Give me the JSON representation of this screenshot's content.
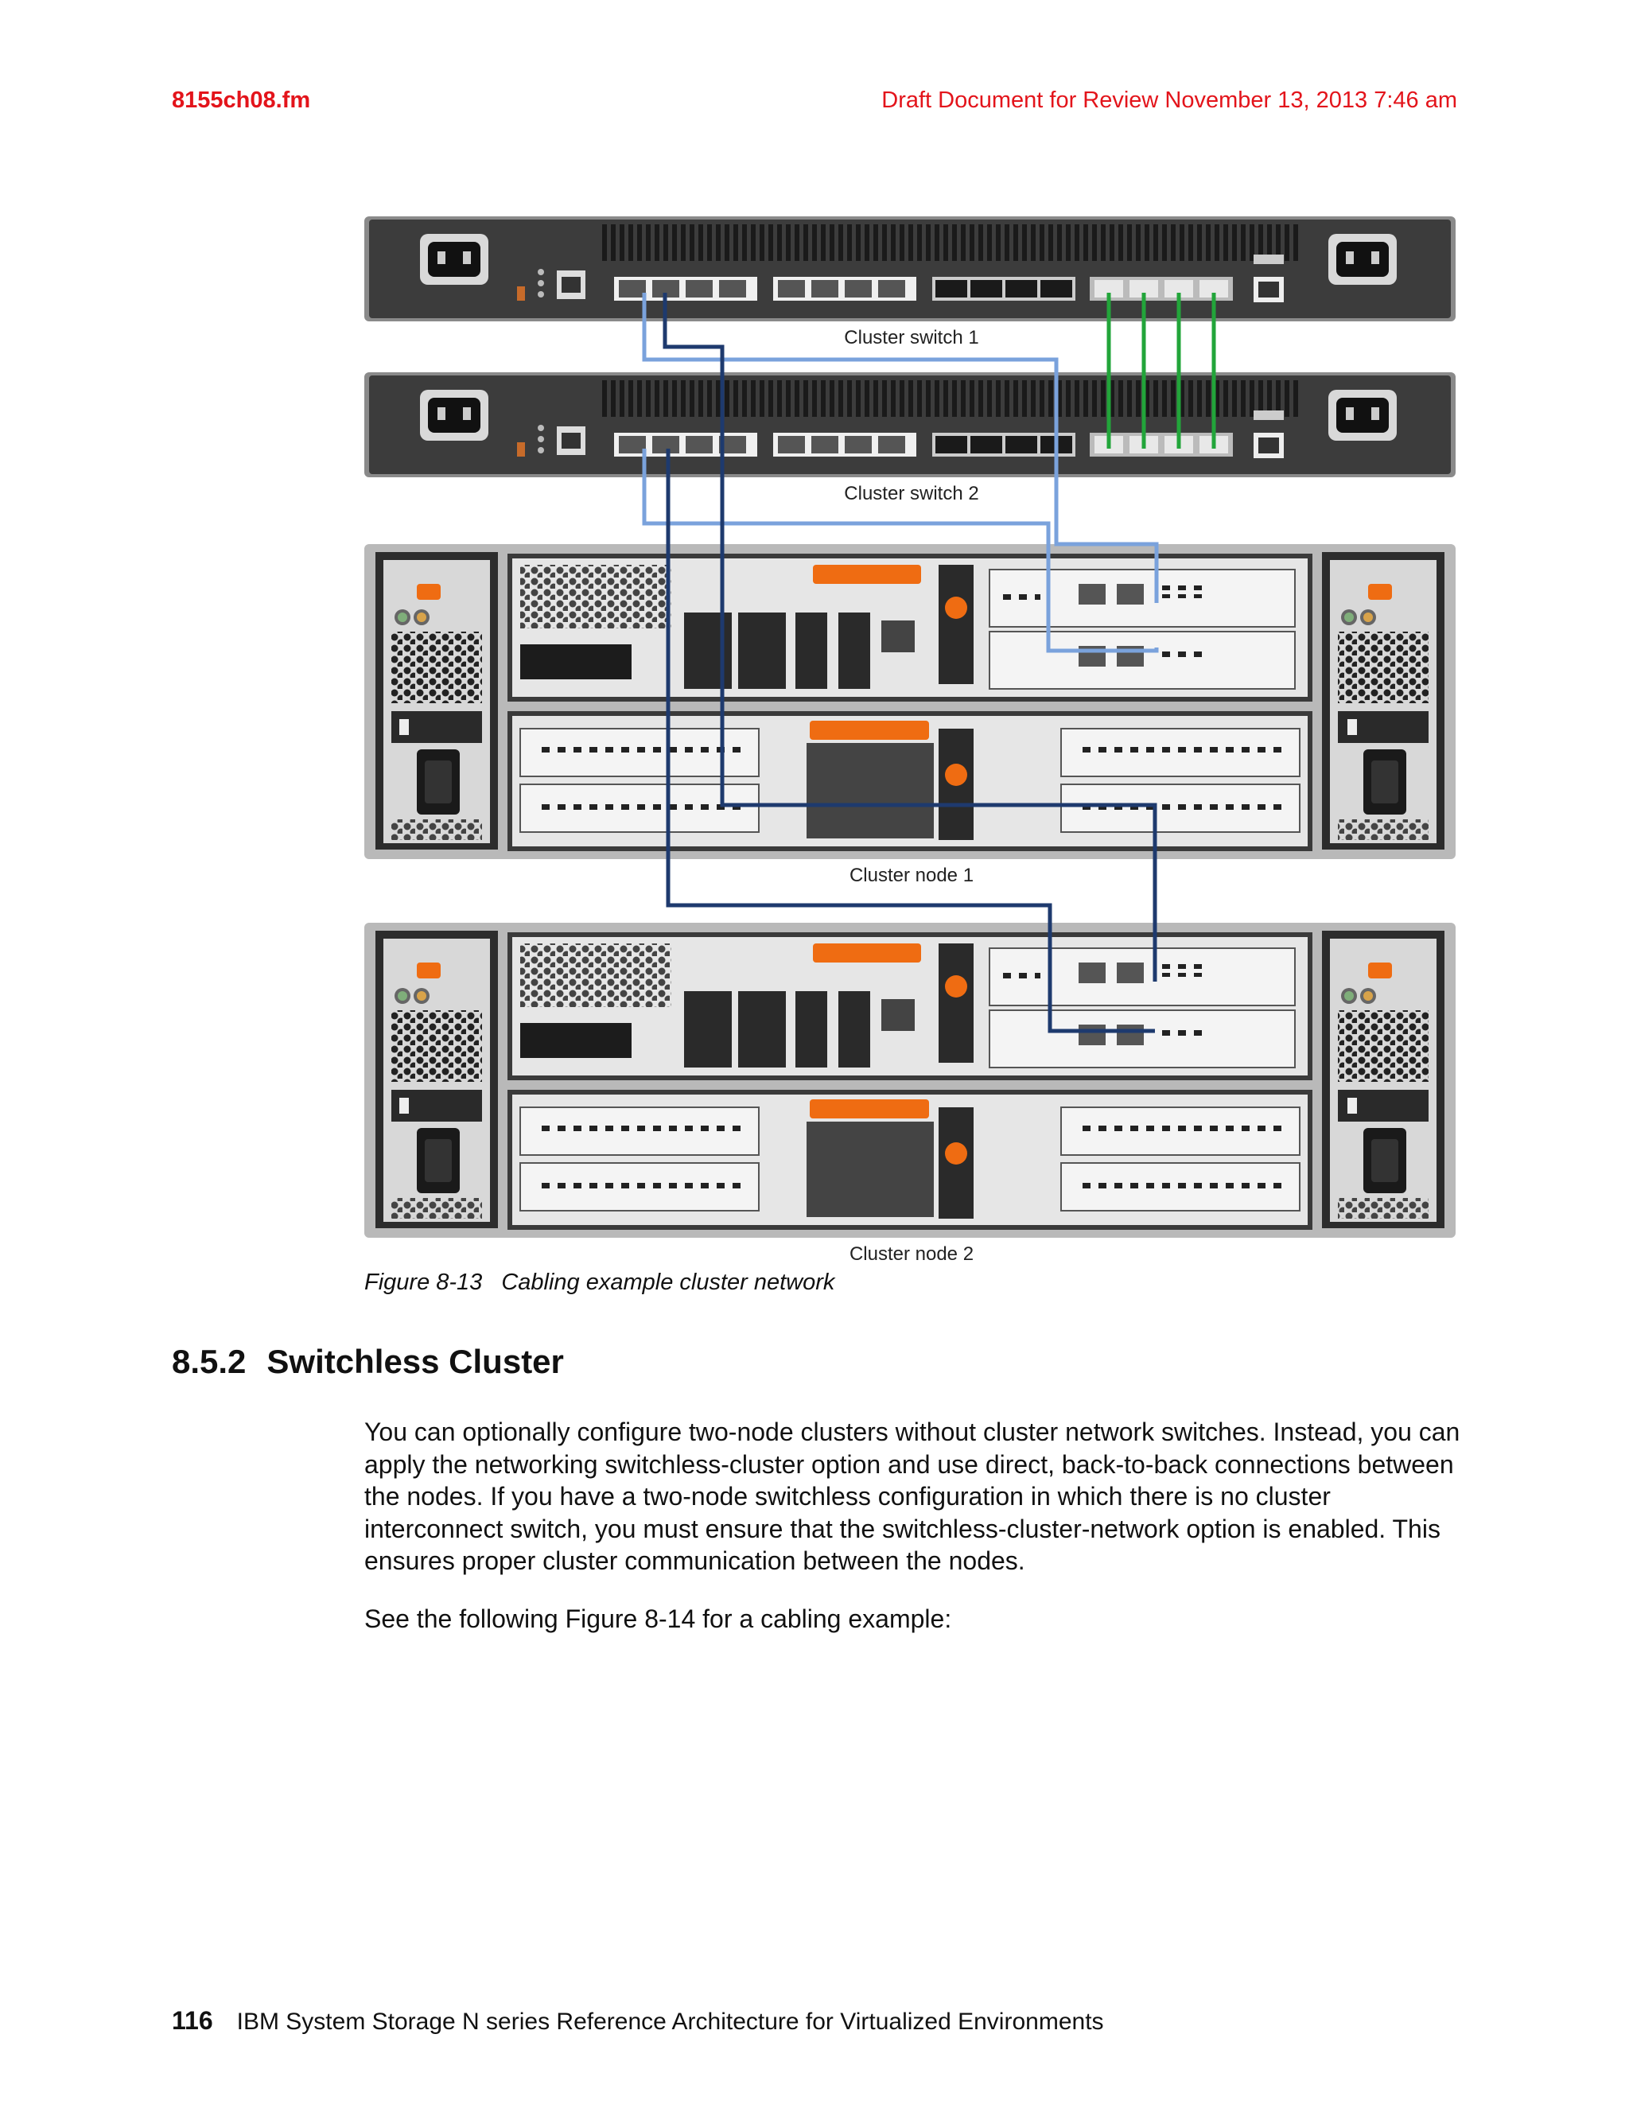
{
  "header": {
    "file": "8155ch08.fm",
    "draft": "Draft Document for Review November 13, 2013 7:46 am"
  },
  "figure": {
    "labels": {
      "switch1": "Cluster switch 1",
      "switch2": "Cluster switch 2",
      "node1": "Cluster node 1",
      "node2": "Cluster node 2"
    },
    "colors": {
      "light_blue_cable": "#7aa2dc",
      "dark_blue_cable": "#1e3a6e",
      "green_cable": "#22a53a",
      "orange_handle": "#ef6c12",
      "chassis_dark": "#3a3a3a",
      "chassis_light": "#e8e8e8"
    },
    "caption_number": "Figure 8-13",
    "caption_text": "Cabling example cluster network"
  },
  "section": {
    "number": "8.5.2",
    "title": "Switchless Cluster"
  },
  "paragraphs": [
    "You can optionally configure two-node clusters without cluster network switches. Instead, you can apply the networking switchless-cluster option and use direct, back-to-back connections between the nodes. If you have a two-node switchless configuration in which there is no cluster interconnect switch, you must ensure that the switchless-cluster-network option is enabled. This ensures proper cluster communication between the nodes.",
    "See the following Figure 8-14 for a cabling example:"
  ],
  "footer": {
    "page_number": "116",
    "book_title": "IBM System Storage N series Reference Architecture for Virtualized Environments"
  }
}
